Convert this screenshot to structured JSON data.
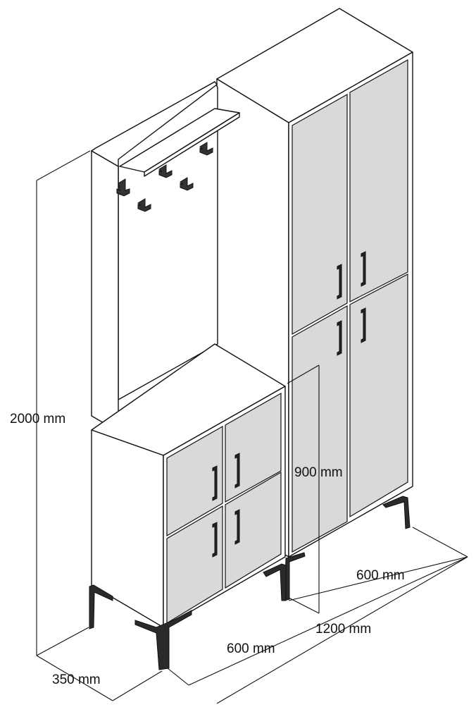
{
  "diagram": {
    "colors": {
      "line": "#111111",
      "door_panel": "#d9d9d9",
      "body": "#ffffff",
      "hardware": "#222222",
      "leg": "#2b2b2b"
    },
    "dimensions": {
      "total_height": "2000 mm",
      "depth": "350 mm",
      "left_width": "600 mm",
      "total_width": "1200 mm",
      "right_width": "600 mm",
      "cabinet_height": "900 mm"
    }
  }
}
